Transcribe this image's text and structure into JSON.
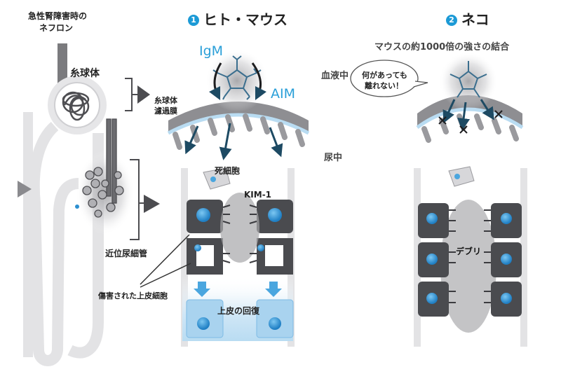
{
  "nephron": {
    "title_line1": "急性腎障害時の",
    "title_line2": "ネフロン",
    "glomerulus": "糸球体",
    "filtration_line1": "糸球体",
    "filtration_line2": "濾過膜",
    "proximal_tubule": "近位尿細管",
    "damaged_cells": "傷害された上皮細胞"
  },
  "human_mouse": {
    "number": "1",
    "title": "ヒト・マウス",
    "igm": "IgM",
    "aim": "AIM",
    "dead_cell": "死細胞",
    "kim1": "KIM-1",
    "recovery": "上皮の回復"
  },
  "middle": {
    "blood": "血液中",
    "urine": "尿中"
  },
  "cat": {
    "number": "2",
    "title": "ネコ",
    "subtitle": "マウスの約1000倍の強さの結合",
    "bubble_line1": "何があっても",
    "bubble_line2": "離れない！",
    "debris": "デブリ"
  },
  "colors": {
    "accent_blue": "#1c9ad6",
    "cell_dark": "#4a4b4f",
    "nucleus": "#2c8fd0",
    "tubule_grey": "#e3e3e5",
    "arrow_dark": "#555558"
  }
}
